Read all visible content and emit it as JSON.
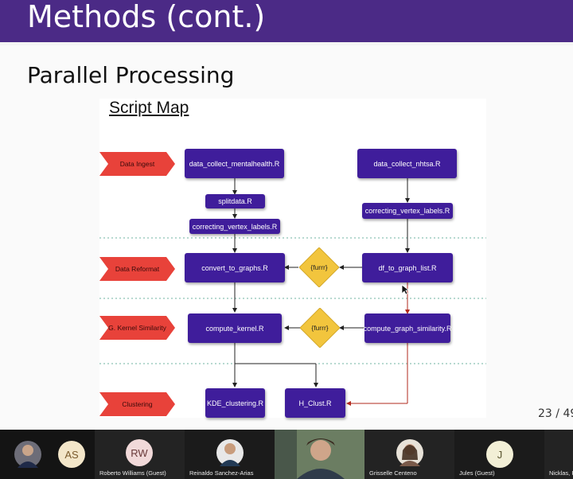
{
  "slide": {
    "title": "Methods (cont.)",
    "subtitle": "Parallel Processing",
    "page": {
      "current": "23",
      "separator": "/",
      "total": "49"
    }
  },
  "diagram": {
    "heading": "Script Map",
    "stages": [
      {
        "id": "ingest",
        "label": "Data Ingest"
      },
      {
        "id": "reformat",
        "label": "Data Reformat"
      },
      {
        "id": "kernel",
        "label": "G. Kernel Similarity"
      },
      {
        "id": "cluster",
        "label": "Clustering"
      }
    ],
    "nodes": {
      "collect_mh": "data_collect_mentalhealth.R",
      "splitdata": "splitdata.R",
      "correct_left": "correcting_vertex_labels.R",
      "collect_nhtsa": "data_collect_nhtsa.R",
      "correct_right": "correcting_vertex_labels.R",
      "convert": "convert_to_graphs.R",
      "df_to_graph": "df_to_graph_list.R",
      "compute_kernel": "compute_kernel.R",
      "compute_graph_sim": "compute_graph_similarity.R",
      "kde": "KDE_clustering.R",
      "hclust": "H_Clust.R"
    },
    "decisions": {
      "furrr_top": "{furrr}",
      "furrr_bottom": "{furrr}"
    },
    "colors": {
      "node": "#3f1d9b",
      "stage": "#e8423a",
      "decision": "#f2c53d",
      "divider": "#6fb3a2",
      "red_line": "#b22a1e"
    }
  },
  "participants": [
    {
      "type": "photo",
      "name": ""
    },
    {
      "type": "initials",
      "initials": "AS",
      "name": ""
    },
    {
      "type": "initials",
      "initials": "RW",
      "name": "Roberto Williams (Guest)"
    },
    {
      "type": "photo",
      "name": "Reinaldo Sanchez-Arias"
    },
    {
      "type": "video",
      "name": ""
    },
    {
      "type": "photo",
      "name": "Grisselle Centeno"
    },
    {
      "type": "initials",
      "initials": "J",
      "name": "Jules (Guest)"
    },
    {
      "type": "photo",
      "name": "Nicklas, P"
    }
  ]
}
